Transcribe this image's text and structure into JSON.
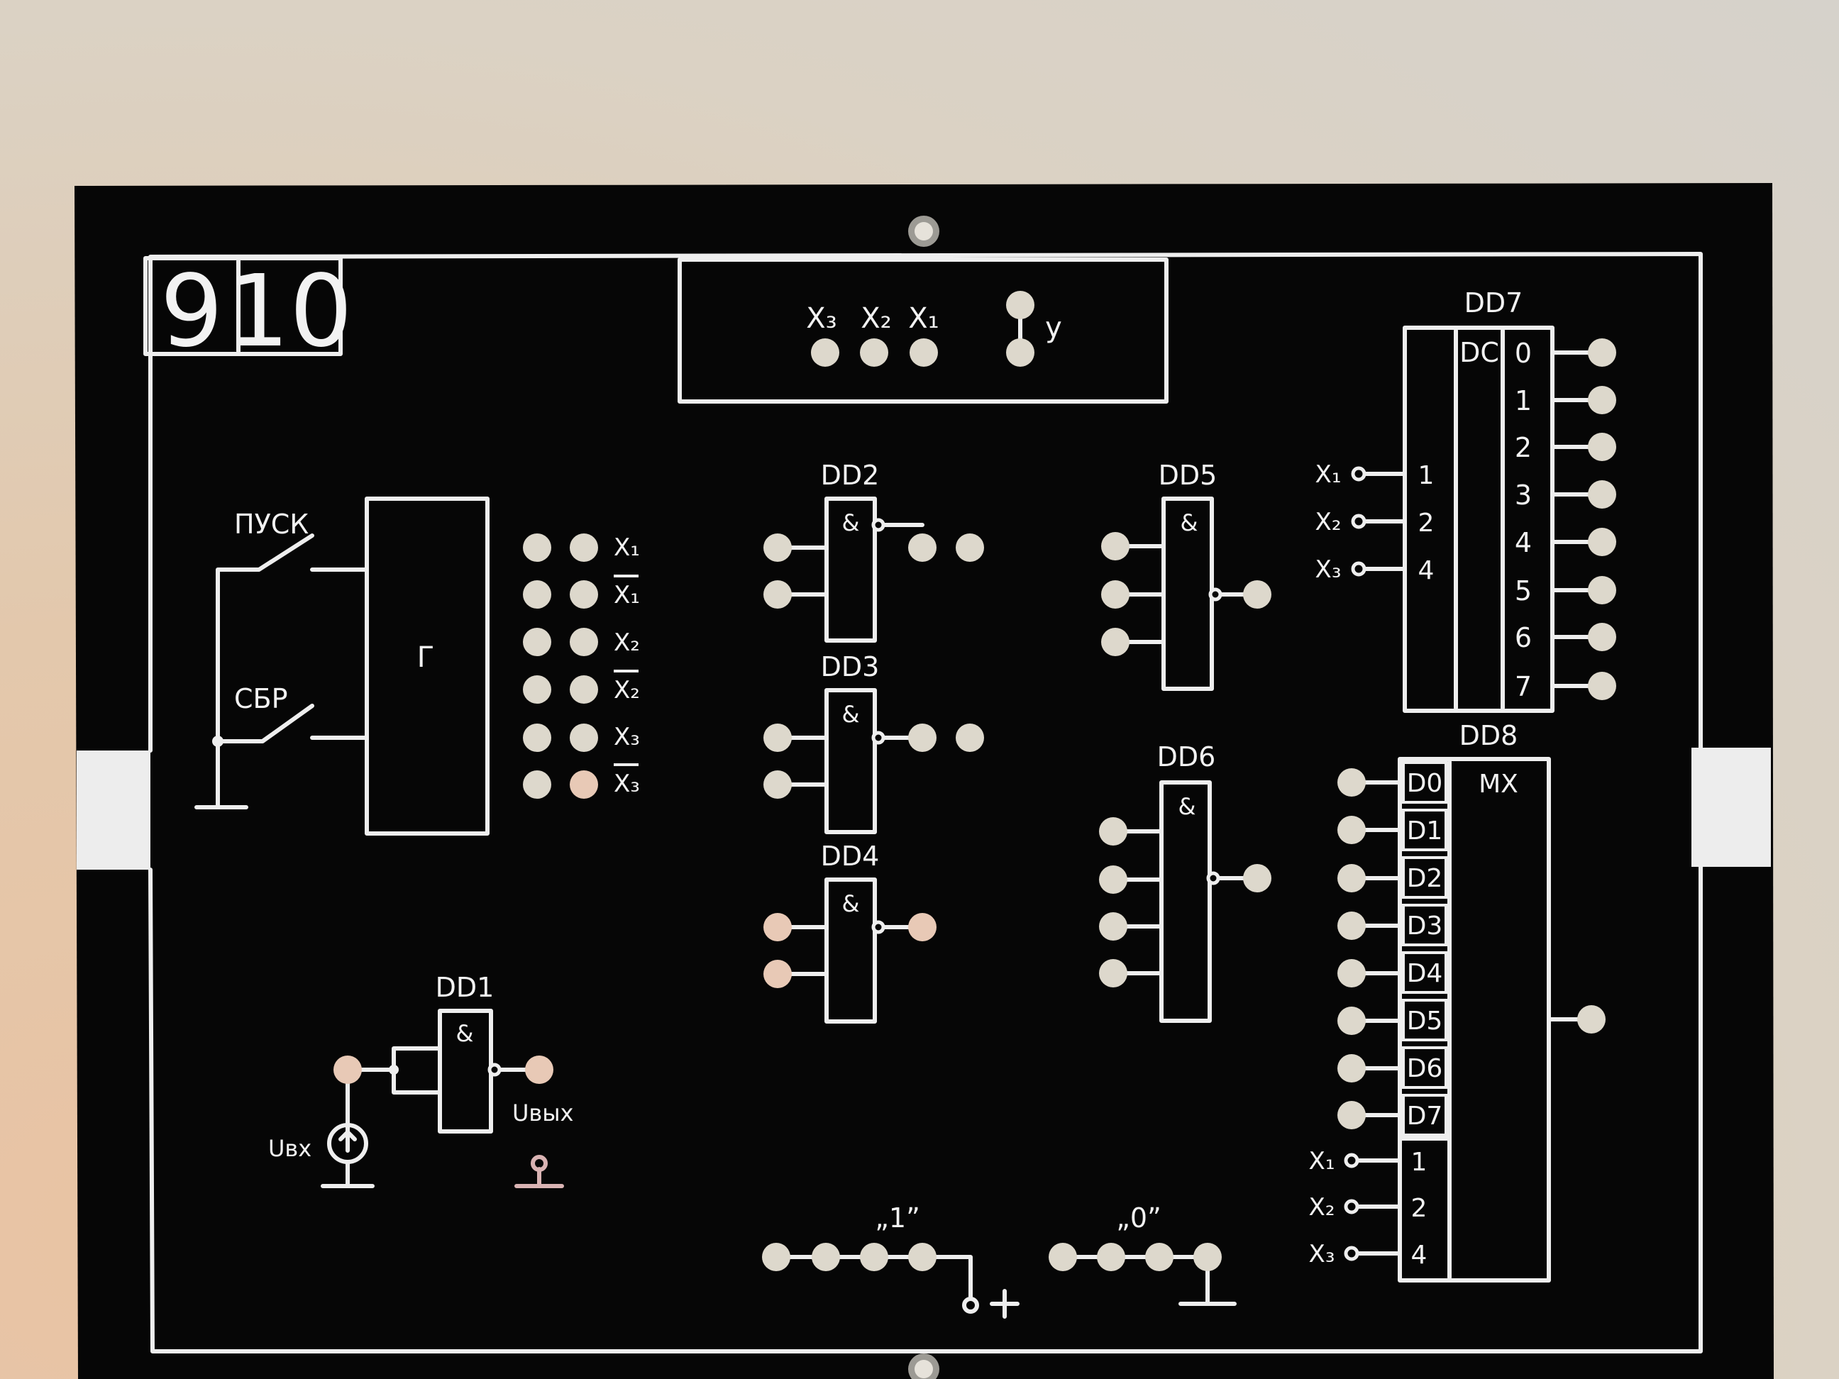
{
  "panel": {
    "number_left": "9",
    "number_right": "10",
    "colors": {
      "panel": "#060606",
      "line": "#eeeeee",
      "socket": "#ddd8cc",
      "socket_warm": "#e8c9b6",
      "wall": "#dcd4c8"
    }
  },
  "top_box": {
    "x3": "X₃",
    "x2": "X₂",
    "x1": "X₁",
    "y": "у"
  },
  "generator": {
    "start_label": "ПУСК",
    "reset_label": "СБР",
    "block_label": "Г",
    "outputs": [
      "X₁",
      "X₁",
      "X₂",
      "X₂",
      "X₃",
      "X₃"
    ]
  },
  "gates": {
    "dd1": {
      "label": "DD1",
      "symbol": "&",
      "uin": "Uвх",
      "uout": "Uвых"
    },
    "dd2": {
      "label": "DD2",
      "symbol": "&"
    },
    "dd3": {
      "label": "DD3",
      "symbol": "&"
    },
    "dd4": {
      "label": "DD4",
      "symbol": "&"
    },
    "dd5": {
      "label": "DD5",
      "symbol": "&"
    },
    "dd6": {
      "label": "DD6",
      "symbol": "&"
    }
  },
  "decoder": {
    "label": "DD7",
    "type": "DC",
    "inputs": [
      {
        "name": "X₁",
        "weight": "1"
      },
      {
        "name": "X₂",
        "weight": "2"
      },
      {
        "name": "X₃",
        "weight": "4"
      }
    ],
    "outputs": [
      "0",
      "1",
      "2",
      "3",
      "4",
      "5",
      "6",
      "7"
    ]
  },
  "mux": {
    "label": "DD8",
    "type": "MX",
    "data_inputs": [
      "D0",
      "D1",
      "D2",
      "D3",
      "D4",
      "D5",
      "D6",
      "D7"
    ],
    "address_inputs": [
      {
        "name": "X₁",
        "weight": "1"
      },
      {
        "name": "X₂",
        "weight": "2"
      },
      {
        "name": "X₃",
        "weight": "4"
      }
    ]
  },
  "logic_levels": {
    "one_label": "„1”",
    "zero_label": "„0”",
    "plus": "+"
  }
}
